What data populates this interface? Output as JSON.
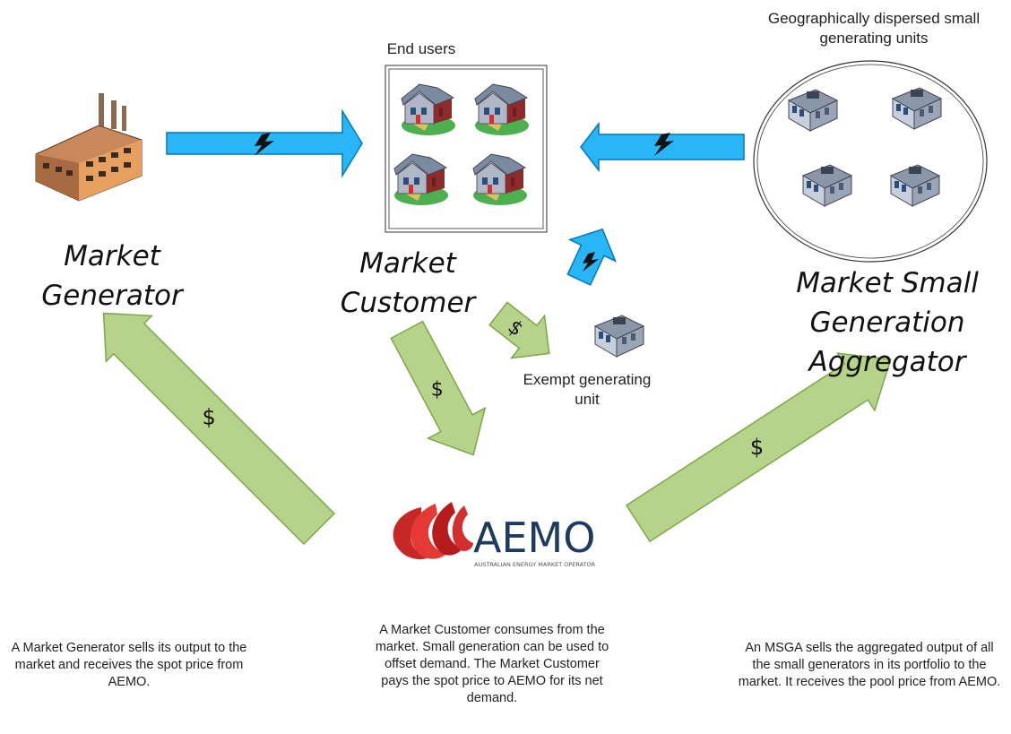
{
  "colors": {
    "power_arrow": "#29b6f6",
    "money_arrow": "#b7d38a",
    "aemo_red": "#c62828",
    "aemo_text": "#1f3a5f"
  },
  "labels": {
    "end_users": "End users",
    "dispersed_units": "Geographically dispersed small generating units",
    "exempt_unit": "Exempt generating unit",
    "market_generator": "Market Generator",
    "market_customer": "Market Customer",
    "msga": "Market Small Generation Aggregator",
    "dollar": "$"
  },
  "aemo": {
    "name": "AEMO",
    "tagline": "AUSTRALIAN ENERGY MARKET OPERATOR"
  },
  "descriptions": {
    "generator": "A Market Generator sells its output to the market and receives the spot price from AEMO.",
    "customer": "A Market Customer consumes from the market. Small generation can be used to offset demand. The Market Customer pays the spot price to AEMO for its net demand.",
    "msga": "An MSGA sells the aggregated output of all the small generators in its portfolio to the market. It receives the pool price from AEMO."
  },
  "icons": [
    "factory-icon",
    "house-icon",
    "small-generator-icon",
    "lightning-icon",
    "aemo-logo"
  ]
}
